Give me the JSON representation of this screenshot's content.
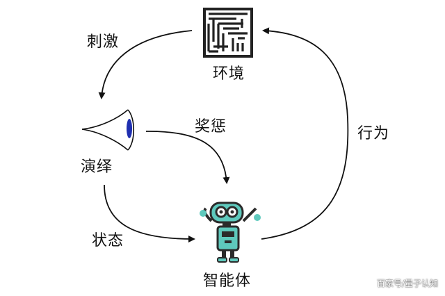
{
  "labels": {
    "environment": "环境",
    "stimulus": "刺激",
    "interpretation": "演绎",
    "reward": "奖惩",
    "action": "行为",
    "state": "状态",
    "agent": "智能体"
  },
  "watermark": "百家号/量子认知",
  "icons": [
    "maze-icon",
    "eye-icon",
    "robot-icon"
  ],
  "colors": {
    "arrow": "#111111",
    "robot_body": "#5ec9bd",
    "robot_dark": "#2b2b2b",
    "iris": "#1f2fb0"
  }
}
